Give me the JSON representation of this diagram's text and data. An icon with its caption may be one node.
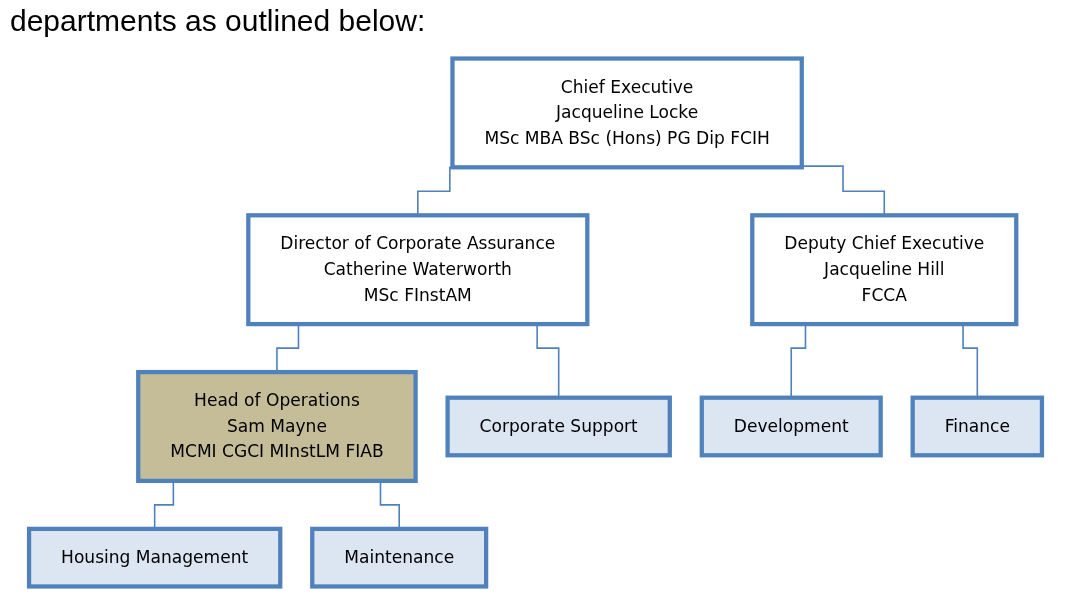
{
  "diagram": {
    "nodes": [
      {
        "text": [
          "Chief Executive",
          "Jacqueline Locke",
          "MSc MBA BSc (Hons) PG Dip FCIH"
        ]
      },
      {
        "text": [
          "Director of Corporate Assurance",
          "Catherine Waterworth",
          "MSc FInstAM"
        ]
      },
      {
        "text": [
          "Deputy Chief Executive",
          "Jacqueline Hill",
          "FCCA"
        ]
      },
      {
        "text": [
          "Head of Operations",
          "Sam Mayne",
          "MCMI CGCI MInstLM FIAB"
        ]
      },
      {
        "text": [
          "Housing Management"
        ]
      },
      {
        "text": [
          "Maintenance"
        ]
      },
      {
        "text": [
          "Corporate Support"
        ]
      },
      {
        "text": [
          "Development"
        ]
      },
      {
        "text": [
          "Finance"
        ]
      }
    ],
    "edges": [
      {
        "from": 0,
        "to": 1,
        "arrow": "none"
      },
      {
        "from": 0,
        "to": 2,
        "arrow": "none"
      },
      {
        "from": 1,
        "to": 3,
        "arrow": "none"
      },
      {
        "from": 1,
        "to": 6,
        "arrow": "none"
      },
      {
        "from": 2,
        "to": 7,
        "arrow": "none"
      },
      {
        "from": 2,
        "to": 8,
        "arrow": "none"
      },
      {
        "from": 3,
        "to": 4,
        "arrow": "none"
      },
      {
        "from": 3,
        "to": 5,
        "arrow": "none"
      }
    ],
    "labels": [
      "departments as outlined below:"
    ]
  }
}
